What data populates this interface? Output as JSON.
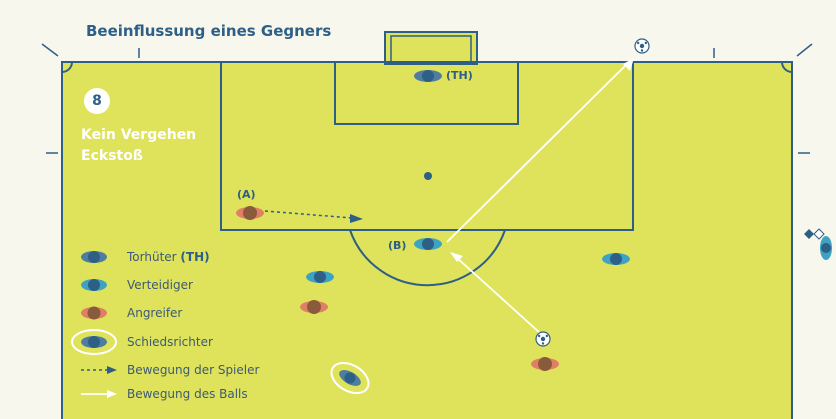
{
  "title": "Beeinflussung eines Gegners",
  "badge": "8",
  "heading_line1": "Kein Vergehen",
  "heading_line2": "Eckstoß",
  "labels": {
    "goalkeeper": "(TH)",
    "attacker_a": "(A)",
    "defender_b": "(B)"
  },
  "legend": {
    "goalkeeper": "Torhüter",
    "goalkeeper_tag": "(TH)",
    "defender": "Verteidiger",
    "attacker": "Angreifer",
    "referee": "Schiedsrichter",
    "player_movement": "Bewegung der Spieler",
    "ball_movement": "Bewegung des Balls"
  },
  "colors": {
    "pitch": "#dfe35b",
    "lines": "#2e5f86",
    "goalkeeper": "#4f7d9f",
    "defender": "#3ea3c2",
    "attacker": "#e07e66",
    "attacker_head": "#8a5a3c",
    "referee": "#3b5f80",
    "background": "#f8f7ee"
  }
}
